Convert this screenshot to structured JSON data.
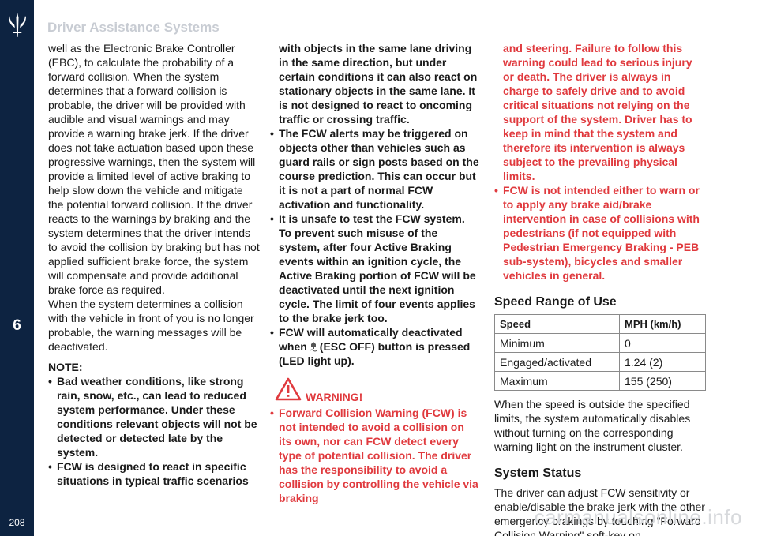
{
  "header": {
    "title": "Driver Assistance Systems"
  },
  "sidebar": {
    "chapter": "6",
    "page": "208"
  },
  "col1": {
    "para1": "well as the Electronic Brake Controller (EBC), to calculate the probability of a forward collision. When the system determines that a forward collision is probable, the driver will be provided with audible and visual warnings and may provide a warning brake jerk. If the driver does not take actuation based upon these progressive warnings, then the system will provide a limited level of active braking to help slow down the vehicle and mitigate the potential forward collision. If the driver reacts to the warnings by braking and the system determines that the driver intends to avoid the collision by braking but has not applied sufficient brake force, the system will compensate and provide additional brake force as required.",
    "para2": "When the system determines a collision with the vehicle in front of you is no longer probable, the warning messages will be deactivated.",
    "note_label": "NOTE:",
    "bullet1": "Bad weather conditions, like strong rain, snow, etc., can lead to reduced system performance. Under these conditions relevant objects will not be detected or detected late by the system.",
    "bullet2": "FCW is designed to react in specific situations in typical traffic scenarios"
  },
  "col2": {
    "cont": "with objects in the same lane driving in the same direction, but under certain conditions it can also react on stationary objects in the same lane. It is not designed to react to oncoming traffic or crossing traffic.",
    "bullet1": "The FCW alerts may be triggered on objects other than vehicles such as guard rails or sign posts based on the course prediction. This can occur but it is not a part of normal FCW activation and functionality.",
    "bullet2": "It is unsafe to test the FCW system. To prevent such misuse of the system, after four Active Braking events within an ignition cycle, the Active Braking portion of FCW will be deactivated until the next ignition cycle. The limit of four events applies to the brake jerk too.",
    "bullet3_pre": "FCW will automatically deactivated when",
    "bullet3_post": "(ESC OFF) button is pressed (LED light up).",
    "warning_label": "WARNING!",
    "warning_bullet": "Forward Collision Warning (FCW) is not intended to avoid a collision on its own, nor can FCW detect every type of potential collision. The driver has the responsibility to avoid a collision by controlling the vehicle via braking"
  },
  "col3": {
    "warning_cont": "and steering. Failure to follow this warning could lead to serious injury or death. The driver is always in charge to safely drive and to avoid critical situations not relying on the support of the system. Driver has to keep in mind that the system and therefore its intervention is always subject to the prevailing physical limits.",
    "warning_bullet2": "FCW is not intended either to warn or to apply any brake aid/brake intervention in case of collisions with pedestrians (if not equipped with Pedestrian Emergency Braking - PEB sub-system), bicycles and smaller vehicles in general.",
    "section1_title": "Speed Range of Use",
    "table": {
      "headers": [
        "Speed",
        "MPH (km/h)"
      ],
      "rows": [
        [
          "Minimum",
          "0"
        ],
        [
          "Engaged/activated",
          "1.24 (2)"
        ],
        [
          "Maximum",
          "155 (250)"
        ]
      ]
    },
    "para_speed": "When the speed is outside the specified limits, the system automatically disables without turning on the corresponding warning light on the instrument cluster.",
    "section2_title": "System Status",
    "para_status": "The driver can adjust FCW sensitivity or enable/disable the brake jerk with the other emergency brakings by touching \"Forward Collision Warning\" soft-key on"
  },
  "watermark": "carmanualsonline.info",
  "colors": {
    "sidebar": "#0d2341",
    "warning_red": "#e03a3e",
    "header_gray": "#c8ccd3"
  }
}
